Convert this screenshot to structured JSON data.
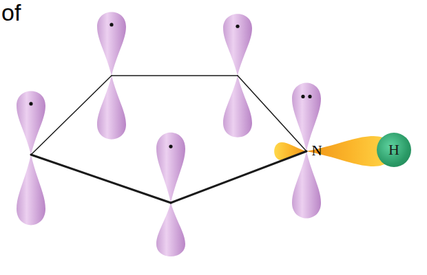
{
  "diagram": {
    "nodes": [
      {
        "text": [
          "H"
        ]
      }
    ],
    "labels": [
      "of",
      "N"
    ]
  }
}
